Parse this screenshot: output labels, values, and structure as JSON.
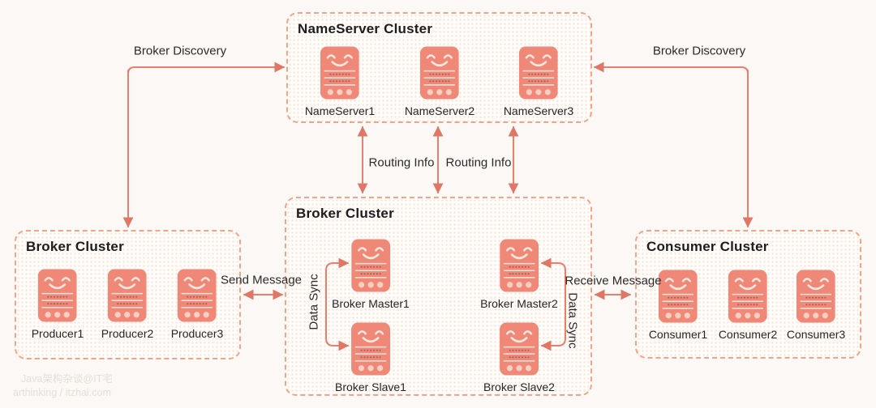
{
  "page": {
    "accent_color": "#f08878",
    "arrow_color": "#e5806f",
    "border_color": "#f1a488",
    "background_color": "#fbf8f5"
  },
  "clusters": {
    "nameserver": {
      "title": "NameServer Cluster",
      "nodes": [
        "NameServer1",
        "NameServer2",
        "NameServer3"
      ]
    },
    "producer": {
      "title": "Broker Cluster",
      "nodes": [
        "Producer1",
        "Producer2",
        "Producer3"
      ]
    },
    "broker": {
      "title": "Broker Cluster",
      "nodes": [
        "Broker Master1",
        "Broker Master2",
        "Broker Slave1",
        "Broker Slave2"
      ]
    },
    "consumer": {
      "title": "Consumer Cluster",
      "nodes": [
        "Consumer1",
        "Consumer2",
        "Consumer3"
      ]
    }
  },
  "labels": {
    "broker_discovery_left": "Broker Discovery",
    "broker_discovery_right": "Broker Discovery",
    "routing_info_left": "Routing Info",
    "routing_info_right": "Routing Info",
    "send_message": "Send Message",
    "receive_message": "Receive Message",
    "data_sync_left": "Data Sync",
    "data_sync_right": "Data Sync"
  },
  "icons": {
    "server": "server-icon"
  },
  "watermark": {
    "line1": "Java架构杂谈@IT宅",
    "line2": "arthinking / itzhai.com"
  }
}
